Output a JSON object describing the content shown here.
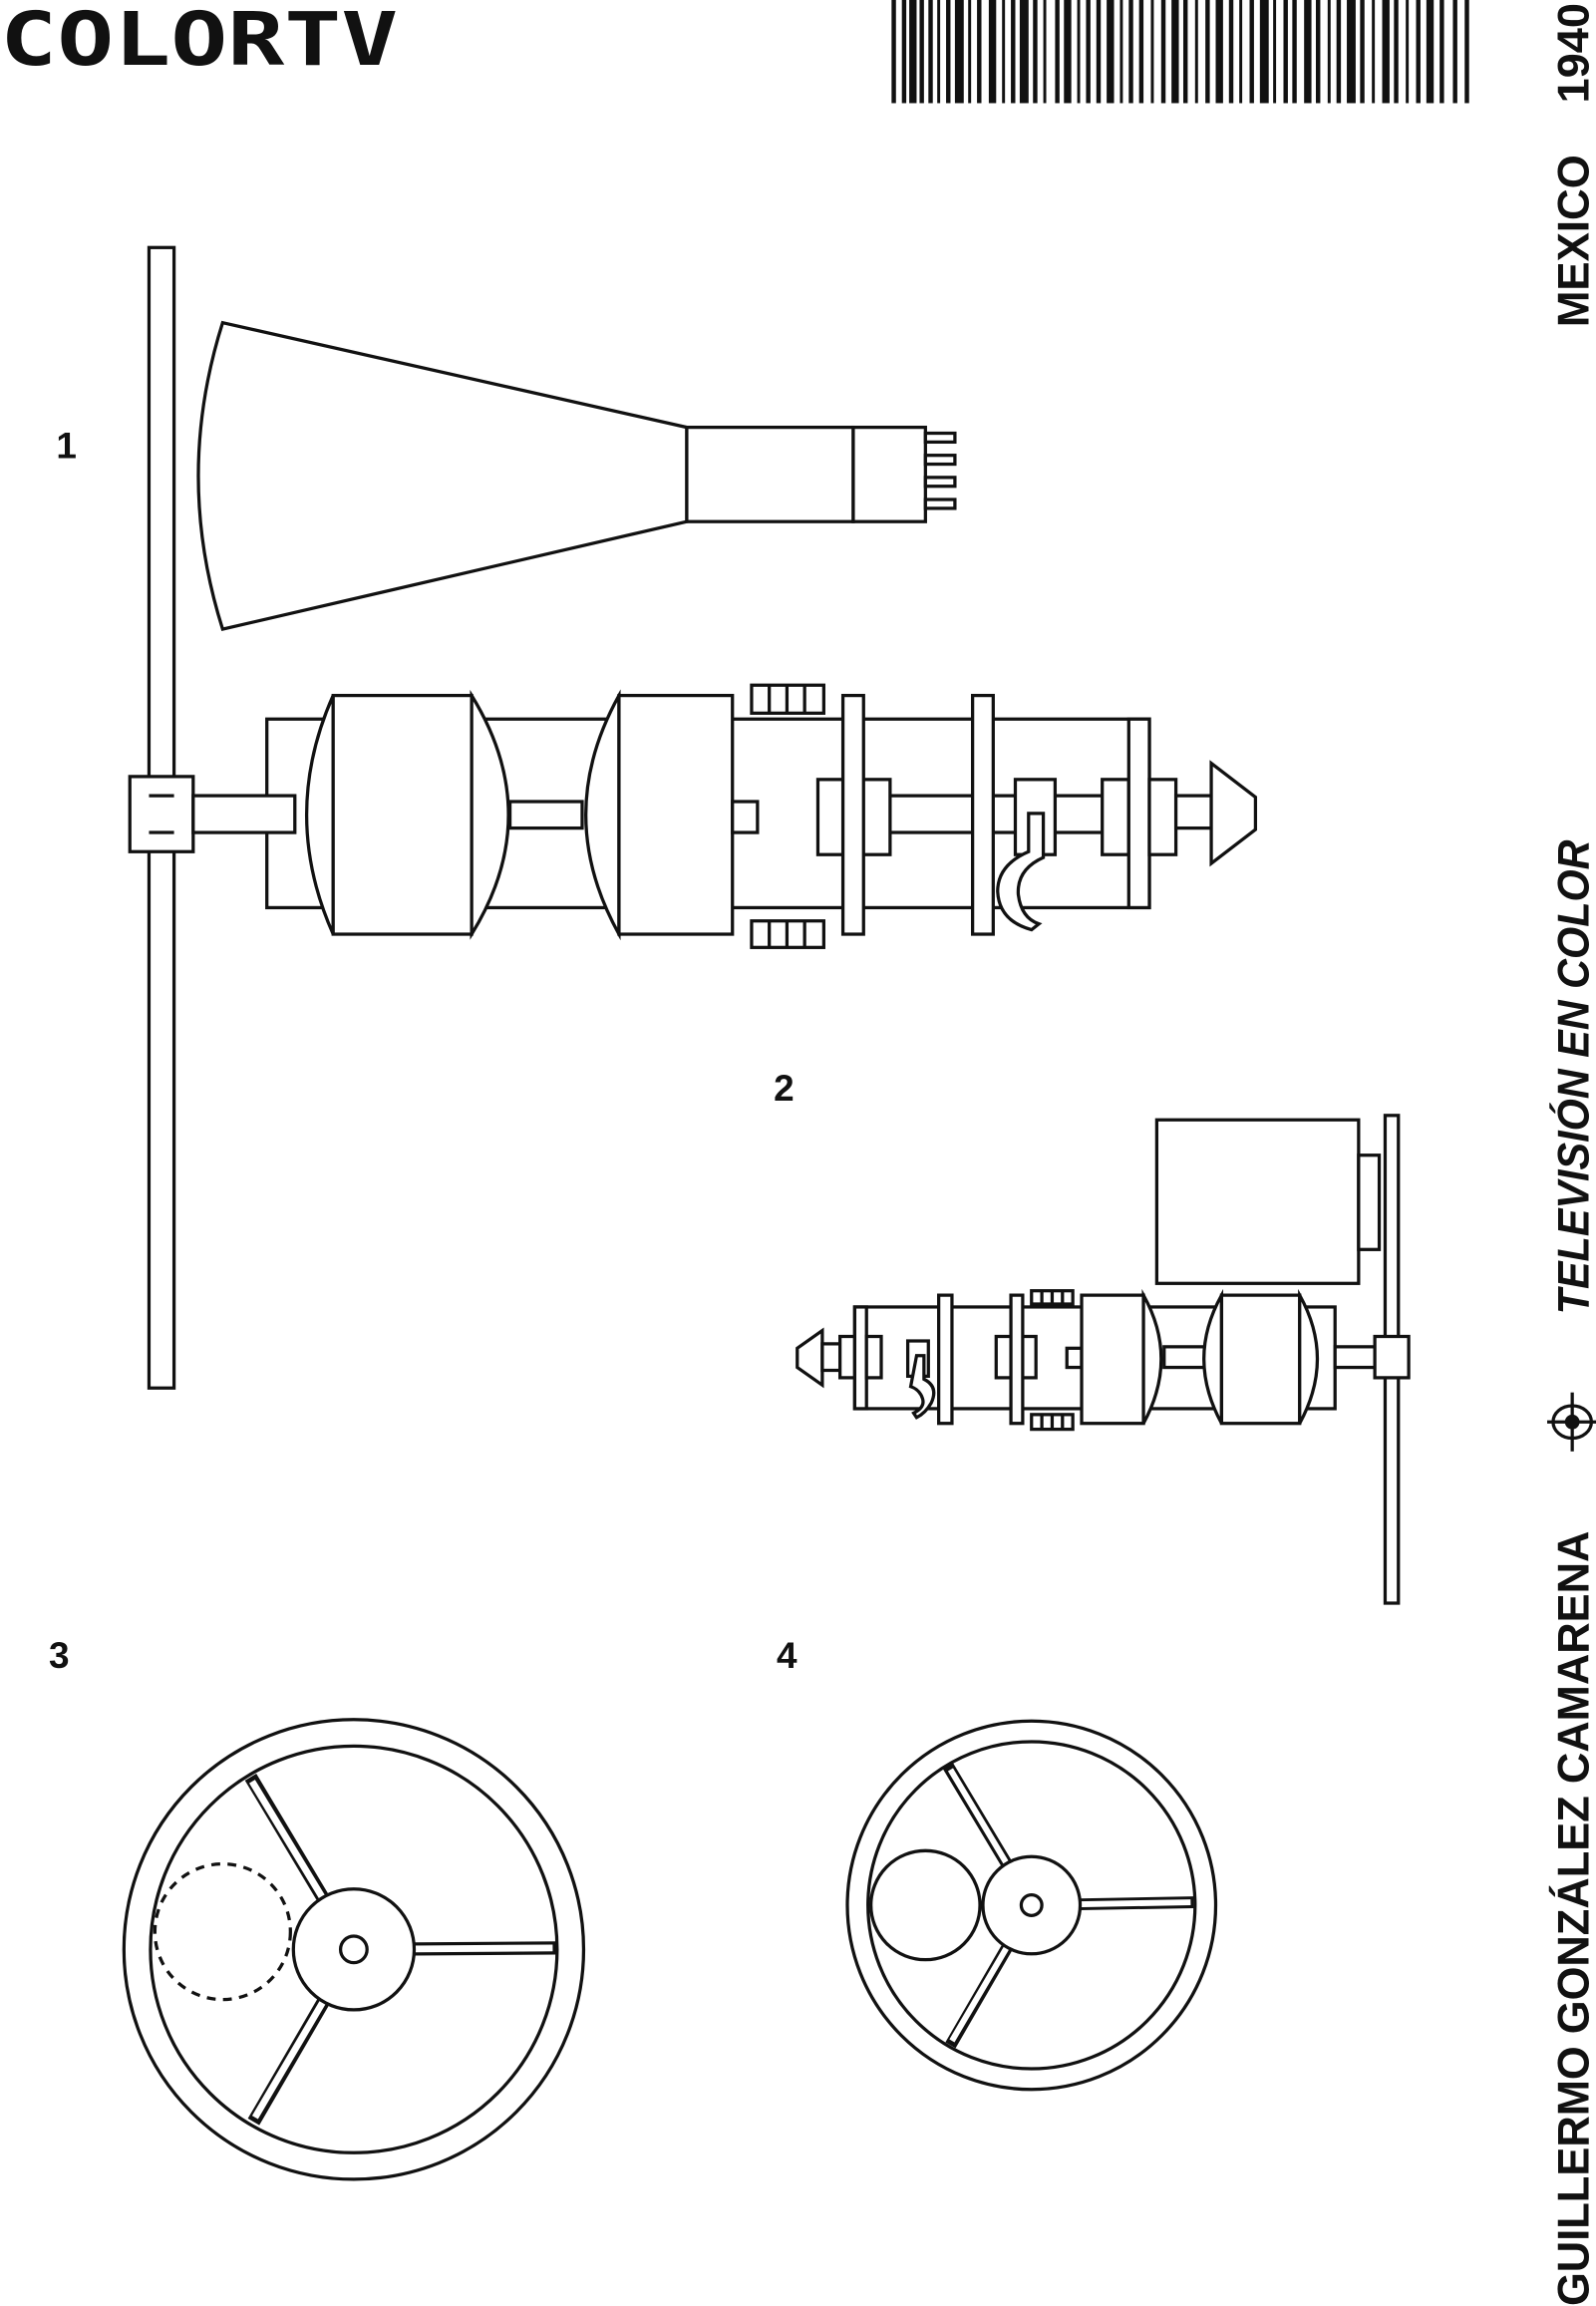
{
  "header": {
    "title": "COLORTV",
    "barcode_icon": "barcode"
  },
  "sidebar": {
    "year": "1940",
    "country": "MEXICO",
    "subject": "TELEVISIÓN EN COLOR",
    "crosshair_icon": "crosshair",
    "inventor": "GUILLERMO GONZÁLEZ CAMARENA"
  },
  "figures": [
    {
      "label": "1"
    },
    {
      "label": "2"
    },
    {
      "label": "3"
    },
    {
      "label": "4"
    }
  ],
  "colors": {
    "ink": "#111111",
    "paper": "#ffffff"
  }
}
